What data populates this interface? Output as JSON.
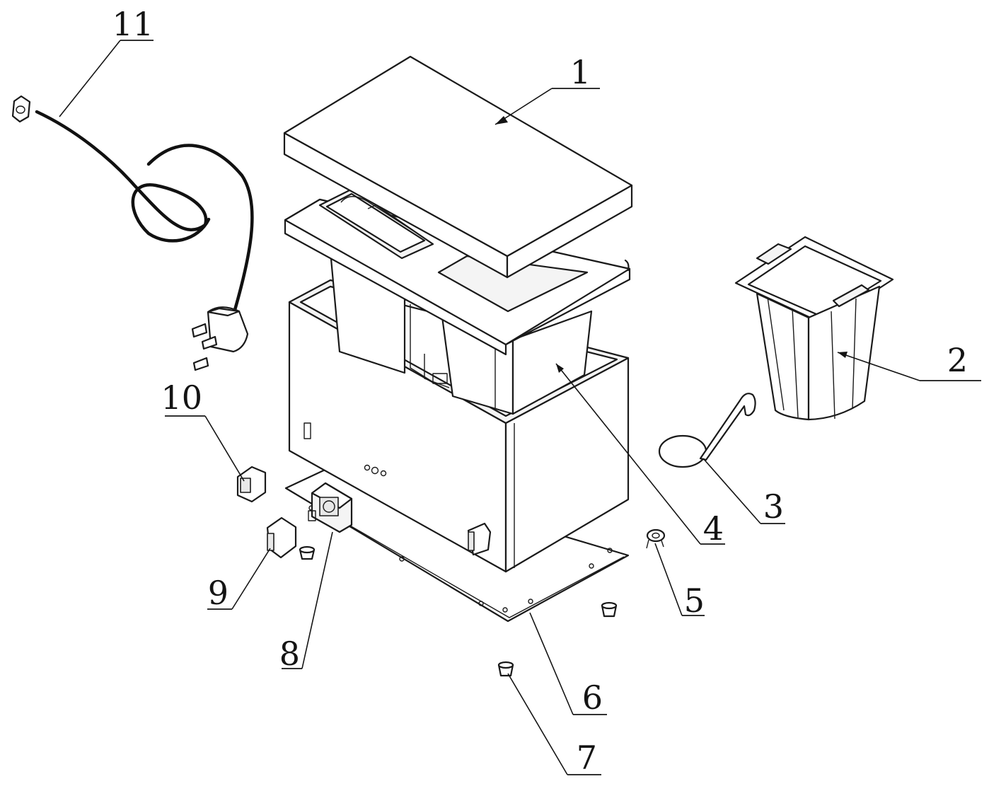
{
  "diagram": {
    "type": "exploded-assembly-drawing",
    "parts": [
      {
        "ref": "1"
      },
      {
        "ref": "2"
      },
      {
        "ref": "3"
      },
      {
        "ref": "4"
      },
      {
        "ref": "5"
      },
      {
        "ref": "6"
      },
      {
        "ref": "7"
      },
      {
        "ref": "8"
      },
      {
        "ref": "9"
      },
      {
        "ref": "10"
      },
      {
        "ref": "11"
      }
    ]
  }
}
